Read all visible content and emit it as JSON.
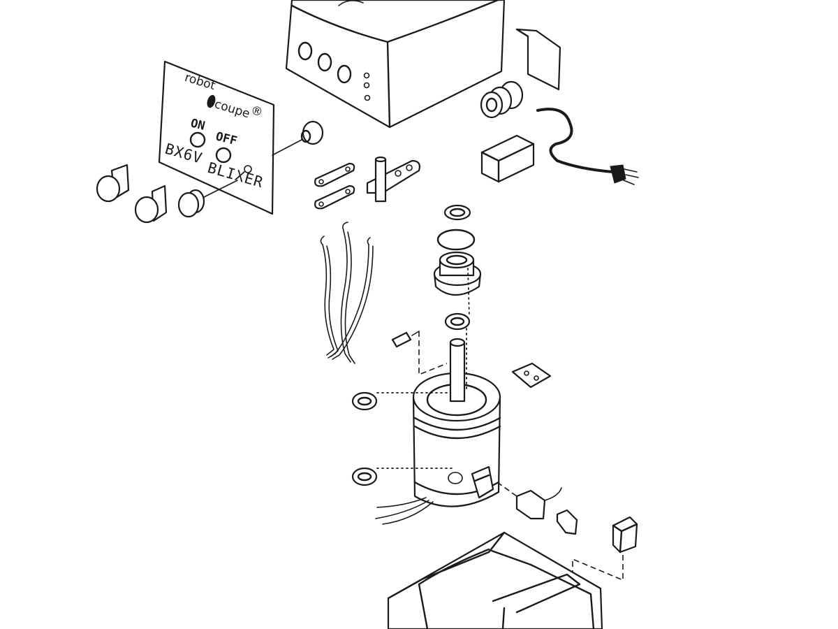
{
  "control_panel": {
    "brand_left": "robot",
    "brand_right": "coupe",
    "brand_mark": "®",
    "on_label": "ON",
    "off_label": "OFF",
    "model_label": "BX6V",
    "product_label": "BLIXER"
  }
}
